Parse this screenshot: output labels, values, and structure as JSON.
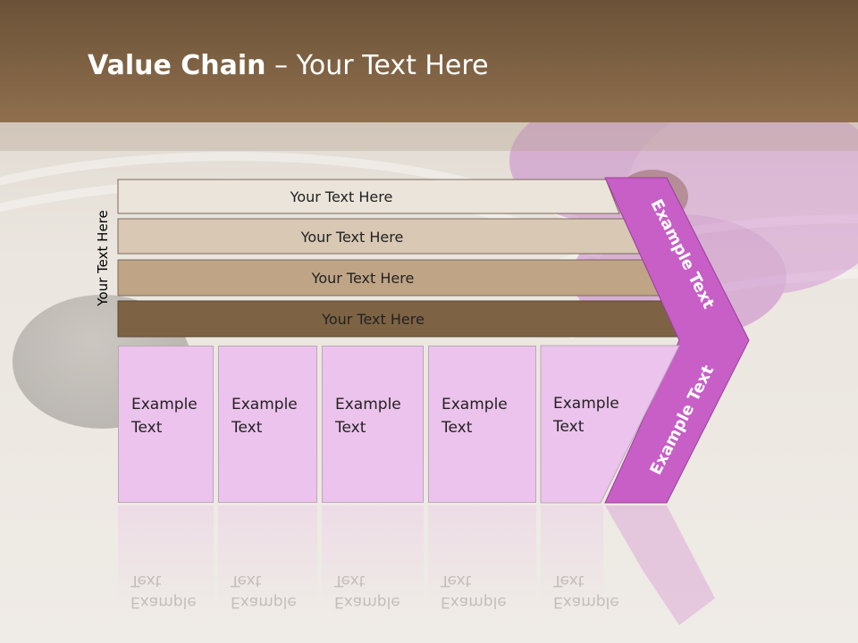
{
  "title": {
    "bold": "Value Chain",
    "rest": " – Your Text Here"
  },
  "vertical_label": "Your Text Here",
  "bands": [
    {
      "label": "Your Text Here"
    },
    {
      "label": "Your Text Here"
    },
    {
      "label": "Your Text Here"
    },
    {
      "label": "Your Text Here"
    }
  ],
  "boxes": [
    {
      "text": "Example\nText"
    },
    {
      "text": "Example\nText"
    },
    {
      "text": "Example\nText"
    },
    {
      "text": "Example\nText"
    },
    {
      "text": "Example\nText"
    }
  ],
  "arrow_top_label": "Example Text",
  "arrow_bottom_label": "Example Text",
  "colors": {
    "title_bar": "#7b5e41",
    "band_1": "#ebe4da",
    "band_2": "#d8c8b4",
    "band_3": "#bfa486",
    "band_4": "#7d6244",
    "box_fill": "#ecc3ec",
    "arrow_fill": "#c75fc7"
  }
}
